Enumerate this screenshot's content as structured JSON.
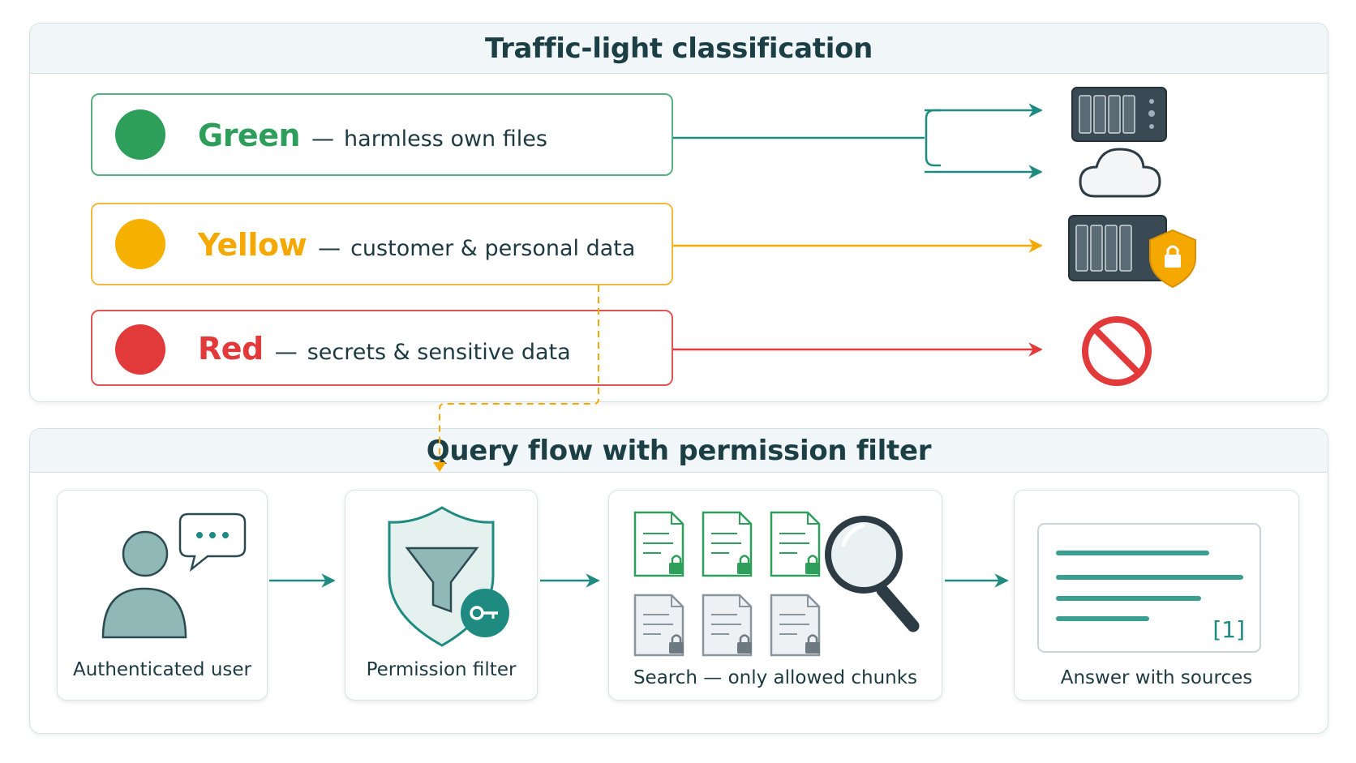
{
  "classification": {
    "title": "Traffic-light classification",
    "items": [
      {
        "name": "Green",
        "dash": "—",
        "desc": "harmless own files",
        "color": "#2e9e5b",
        "border": "#5aaf82"
      },
      {
        "name": "Yellow",
        "dash": "—",
        "desc": "customer & personal data",
        "color": "#f5a800",
        "border": "#f2b93c"
      },
      {
        "name": "Red",
        "dash": "—",
        "desc": "secrets & sensitive data",
        "color": "#e23a3a",
        "border": "#e25454"
      }
    ],
    "targets": [
      "server-icon",
      "cloud-icon",
      "locked-server-icon",
      "prohibited-icon"
    ]
  },
  "query_flow": {
    "title": "Query flow with permission filter",
    "steps": [
      {
        "label": "Authenticated user",
        "icon": "user-chat-icon"
      },
      {
        "label": "Permission filter",
        "icon": "shield-filter-key-icon"
      },
      {
        "label": "Search — only allowed chunks",
        "icon": "documents-search-icon"
      },
      {
        "label": "Answer with sources",
        "icon": "answer-card-icon",
        "citation": "[1]"
      }
    ]
  },
  "colors": {
    "teal": "#1f8a80",
    "dark_teal": "#176f67",
    "yellow": "#f5a800",
    "red": "#e23a3a",
    "slate": "#3a4a55"
  }
}
